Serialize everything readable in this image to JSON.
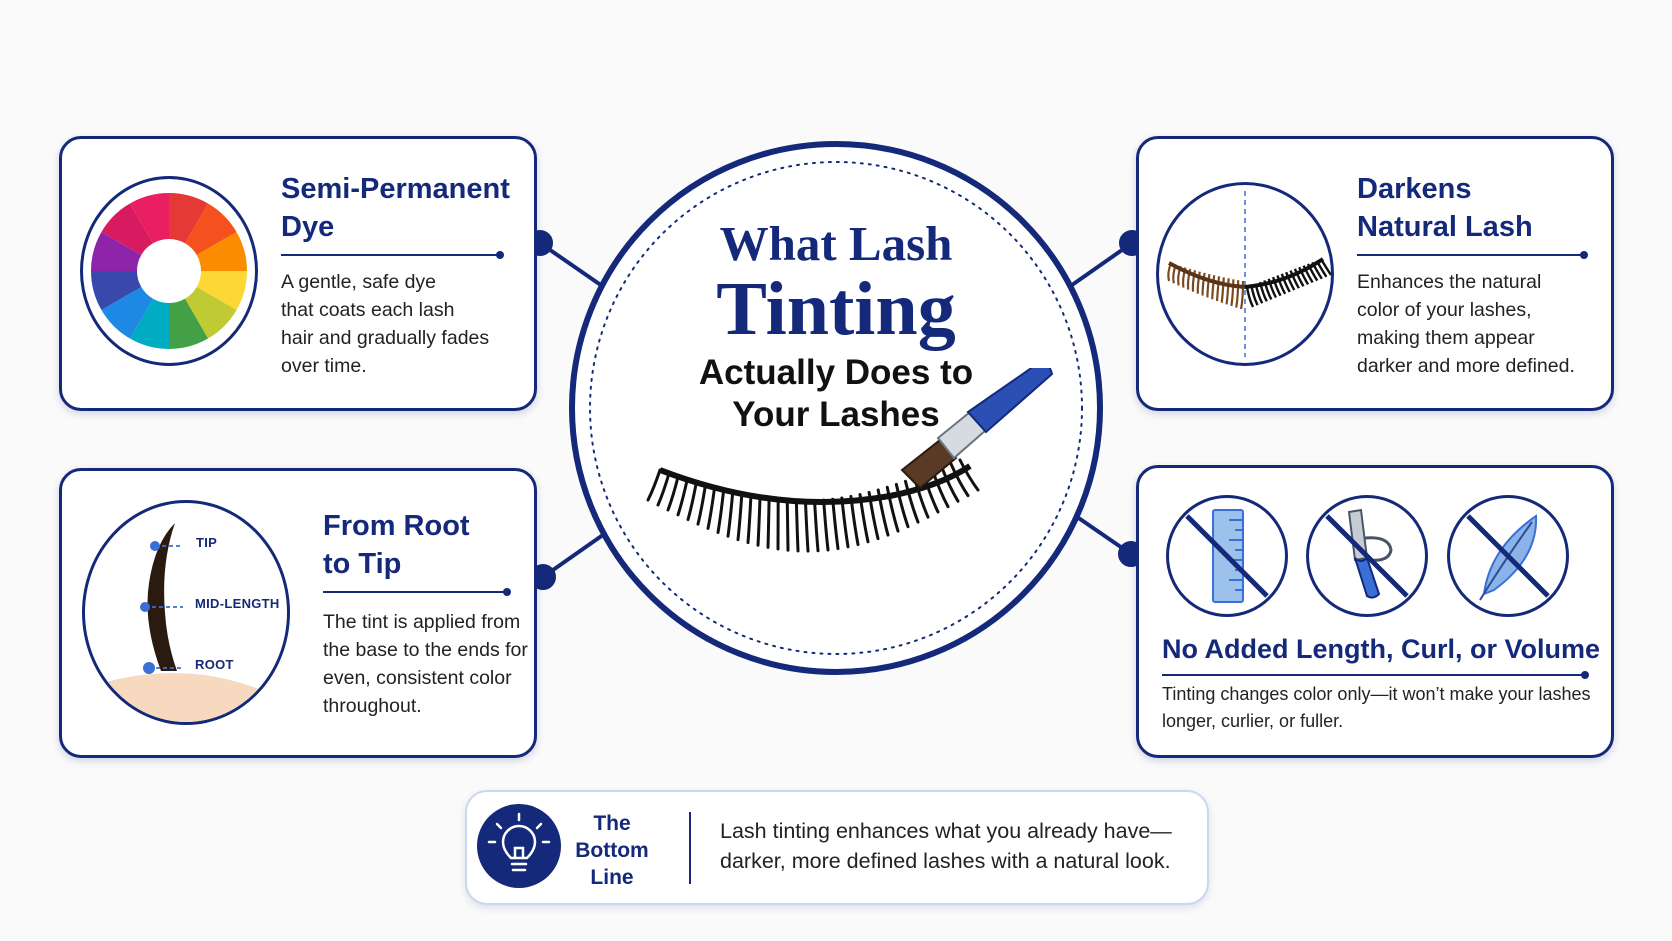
{
  "center": {
    "title_line1": "What Lash",
    "title_line2": "Tinting",
    "title_line3": "Actually Does to",
    "title_line4": "Your Lashes"
  },
  "cards": {
    "dye": {
      "title_line1": "Semi-Permanent",
      "title_line2": "Dye",
      "desc_lines": [
        "A gentle, safe dye",
        "that coats each lash",
        "hair and gradually fades",
        "over time."
      ],
      "icon": "color-wheel-icon"
    },
    "darkens": {
      "title_line1": "Darkens",
      "title_line2": "Natural Lash",
      "desc_lines": [
        "Enhances the natural",
        "color of your lashes,",
        "making them appear",
        "darker and more defined."
      ],
      "icon": "before-after-lash-icon"
    },
    "root_tip": {
      "title_line1": "From Root",
      "title_line2": "to Tip",
      "desc_lines": [
        "The tint is applied from",
        "the base to the ends for",
        "even, consistent color",
        "throughout."
      ],
      "icon": "lash-hair-diagram-icon",
      "labels": {
        "tip": "TIP",
        "mid": "MID-LENGTH",
        "root": "ROOT"
      }
    },
    "no_added": {
      "title": "No Added Length, Curl, or Volume",
      "desc_lines": [
        "Tinting changes color only—it won’t make your lashes",
        "longer, curlier, or fuller."
      ],
      "icons": [
        "no-ruler-icon",
        "no-curler-icon",
        "no-feather-icon"
      ]
    }
  },
  "bottom_line": {
    "label_lines": [
      "The",
      "Bottom",
      "Line"
    ],
    "text_lines": [
      "Lash tinting enhances what you already have—",
      "darker, more defined lashes with a natural look."
    ],
    "icon": "lightbulb-icon"
  },
  "colors": {
    "navy": "#14297a",
    "accent_blue": "#3a6fd8",
    "card_bg": "#ffffff"
  }
}
